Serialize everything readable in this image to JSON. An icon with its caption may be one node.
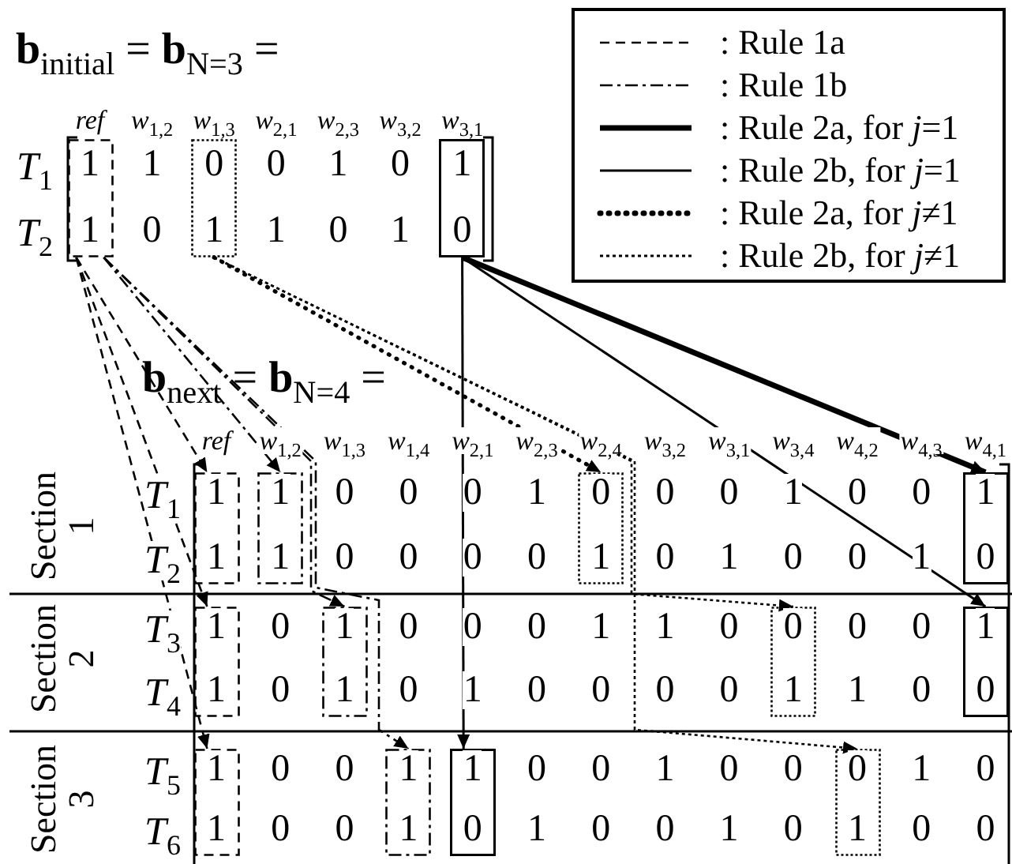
{
  "diagram": {
    "nodes": [
      {
        "text": [
          "1",
          "1"
        ]
      },
      {
        "text": [
          "0",
          "1"
        ]
      },
      {
        "text": [
          "1",
          "0"
        ]
      },
      {
        "text": [
          "1",
          "1"
        ]
      },
      {
        "text": [
          "1",
          "1"
        ]
      },
      {
        "text": [
          "0",
          "1"
        ]
      },
      {
        "text": [
          "1",
          "0"
        ]
      },
      {
        "text": [
          "1",
          "1"
        ]
      },
      {
        "text": [
          "1",
          "1"
        ]
      },
      {
        "text": [
          "0",
          "1"
        ]
      },
      {
        "text": [
          "1",
          "0"
        ]
      },
      {
        "text": [
          "1",
          "1"
        ]
      },
      {
        "text": [
          "1",
          "1"
        ]
      },
      {
        "text": [
          "1",
          "0"
        ]
      },
      {
        "text": [
          "0",
          "1"
        ]
      }
    ],
    "edges": [
      {
        "from": 0,
        "to": 3,
        "arrow": "to",
        "style": "dashed"
      },
      {
        "from": 0,
        "to": 7,
        "arrow": "to",
        "style": "dashed"
      },
      {
        "from": 0,
        "to": 11,
        "arrow": "to",
        "style": "dashed"
      },
      {
        "from": 0,
        "to": 4,
        "arrow": "to",
        "style": "dashed"
      },
      {
        "from": 0,
        "to": 8,
        "arrow": "to",
        "style": "dashed"
      },
      {
        "from": 0,
        "to": 12,
        "arrow": "to",
        "style": "dashed"
      },
      {
        "from": 1,
        "to": 5,
        "arrow": "to",
        "style": "dashed"
      },
      {
        "from": 1,
        "to": 9,
        "arrow": "to",
        "style": "dashed"
      },
      {
        "from": 1,
        "to": 14,
        "arrow": "to",
        "style": "dashed"
      },
      {
        "from": 2,
        "to": 6,
        "arrow": "to",
        "style": "thick"
      },
      {
        "from": 2,
        "to": 10,
        "arrow": "to"
      },
      {
        "from": 2,
        "to": 13,
        "arrow": "to"
      }
    ],
    "labels": [
      "**b**$_{initial}$ = **b**$_{N=3}$ =",
      "ref",
      "*w*$_{1,2}$",
      "*w*$_{1,3}$",
      "*w*$_{2,1}$",
      "*w*$_{2,3}$",
      "*w*$_{3,2}$",
      "*w*$_{3,1}$",
      "*T*$_{1}$",
      "1",
      "0",
      "1",
      "0",
      "*T*$_{2}$",
      "0",
      "1",
      "0",
      "1",
      "**b**$_{next}$ = **b**$_{N=4}$ =",
      "ref",
      "*w*$_{1,2}$",
      "*w*$_{1,3}$",
      "*w*$_{1,4}$",
      "*w*$_{2,1}$",
      "*w*$_{2,3}$",
      "*w*$_{2,4}$",
      "*w*$_{3,2}$",
      "*w*$_{3,1}$",
      "*w*$_{3,4}$",
      "*w*$_{4,2}$",
      "*w*$_{4,3}$",
      "*w*$_{4,1}$",
      "Section 1",
      "*T*$_{1}$",
      "0",
      "0",
      "0",
      "1",
      "0",
      "0",
      "1",
      "0",
      "0",
      "*T*$_{2}$",
      "0",
      "0",
      "0",
      "0",
      "0",
      "1",
      "0",
      "0",
      "1",
      "Section 2",
      "*T*$_{3}$",
      "0",
      "0",
      "0",
      "0",
      "1",
      "1",
      "0",
      "0",
      "0",
      "*T*$_{4}$",
      "0",
      "0",
      "1",
      "0",
      "0",
      "0",
      "0",
      "1",
      "0",
      "Section 3",
      "*T*$_{5}$",
      "0",
      "0",
      "0",
      "0",
      "1",
      "0",
      "0",
      "1",
      "0",
      "*T*$_{6}$",
      "0",
      "0",
      "1",
      "0",
      "0",
      "1",
      "0",
      "0",
      "0"
    ],
    "legend": [
      {
        "text": ": Rule 1a"
      },
      {
        "text": ": Rule 1b"
      },
      {
        "text": ": Rule 2a, for *j*=1"
      },
      {
        "text": ": Rule 2b, for *j*=1"
      },
      {
        "text": ": Rule 2a, for *j*≠1"
      },
      {
        "text": ": Rule 2b, for *j*≠1"
      }
    ]
  }
}
